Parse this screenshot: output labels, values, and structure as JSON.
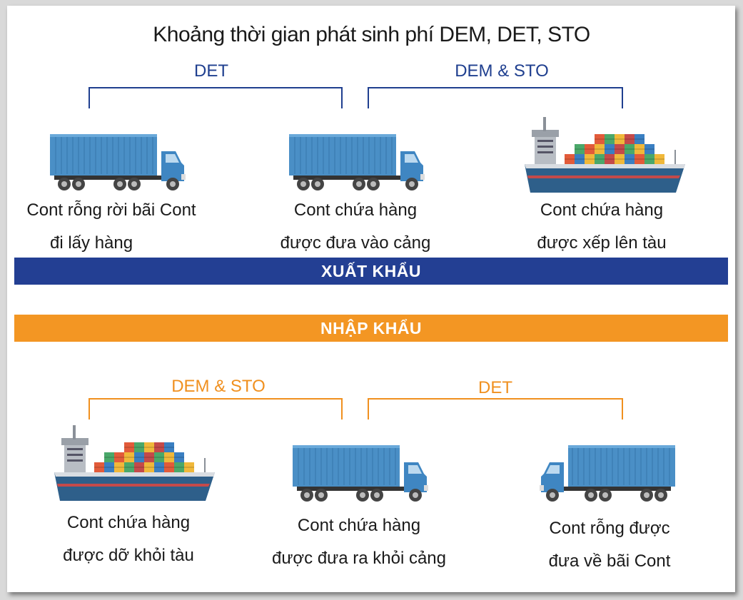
{
  "title": "Khoảng thời gian phát sinh phí DEM, DET, STO",
  "export": {
    "band_label": "XUẤT KHẨU",
    "bracket_left_label": "DET",
    "bracket_right_label": "DEM & STO",
    "steps": [
      {
        "line1": "Cont rỗng rời bãi Cont",
        "line2": "đi lấy hàng",
        "icon": "truck-icon"
      },
      {
        "line1": "Cont chứa hàng",
        "line2": "được đưa vào cảng",
        "icon": "truck-icon"
      },
      {
        "line1": "Cont chứa hàng",
        "line2": "được xếp lên tàu",
        "icon": "ship-icon"
      }
    ]
  },
  "import": {
    "band_label": "NHẬP KHẨU",
    "bracket_left_label": "DEM & STO",
    "bracket_right_label": "DET",
    "steps": [
      {
        "line1": "Cont chứa hàng",
        "line2": "được dỡ khỏi tàu",
        "icon": "ship-icon"
      },
      {
        "line1": "Cont chứa hàng",
        "line2": "được đưa ra khỏi cảng",
        "icon": "truck-icon"
      },
      {
        "line1": "Cont rỗng được",
        "line2": "đưa về bãi Cont",
        "icon": "truck-icon"
      }
    ]
  },
  "colors": {
    "export_blue": "#233f93",
    "import_orange": "#f39623",
    "container_blue": "#4a90c8"
  }
}
